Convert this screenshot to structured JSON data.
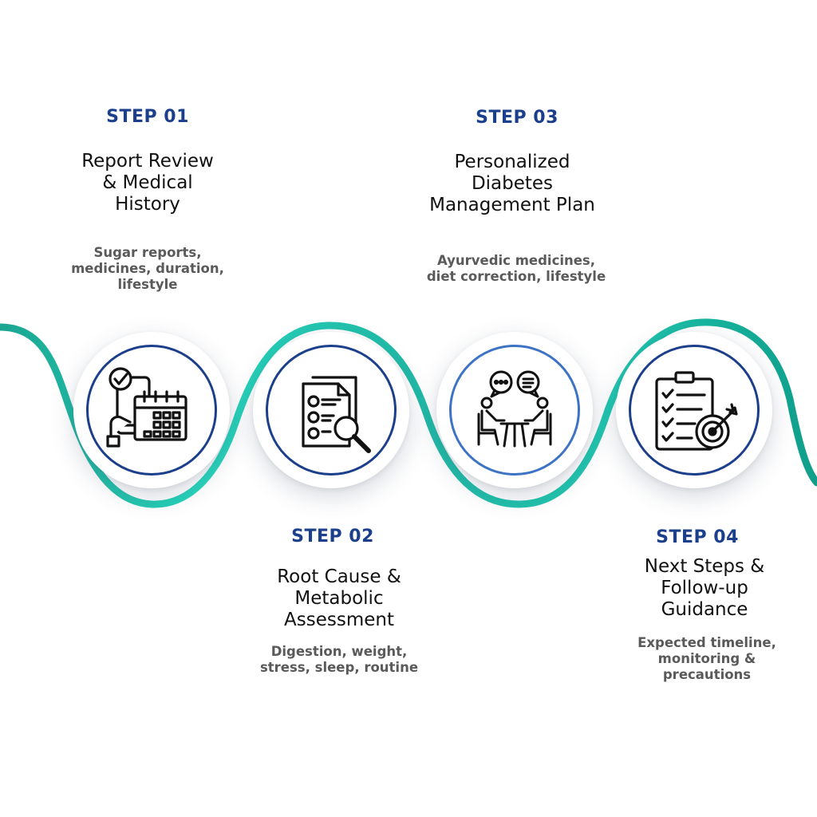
{
  "steps": [
    {
      "label": "STEP 01",
      "title_lines": [
        "Report Review",
        "& Medical",
        "History"
      ],
      "desc_lines": [
        "Sugar reports,",
        "medicines, duration,",
        "lifestyle"
      ],
      "icon": "calendar-phone-check-icon"
    },
    {
      "label": "STEP 02",
      "title_lines": [
        "Root Cause &",
        "Metabolic",
        "Assessment"
      ],
      "desc_lines": [
        "Digestion, weight,",
        "stress, sleep, routine"
      ],
      "icon": "document-magnifier-icon"
    },
    {
      "label": "STEP 03",
      "title_lines": [
        "Personalized",
        "Diabetes",
        "Management Plan"
      ],
      "desc_lines": [
        "Ayurvedic medicines,",
        "diet correction, lifestyle"
      ],
      "icon": "consultation-meeting-icon"
    },
    {
      "label": "STEP 04",
      "title_lines": [
        "Next Steps &",
        "Follow-up",
        "Guidance"
      ],
      "desc_lines": [
        "Expected timeline,",
        "monitoring &",
        "precautions"
      ],
      "icon": "checklist-target-icon"
    }
  ],
  "colors": {
    "accent_blue": "#1c3f8c",
    "wave_teal": "#1fc9b0",
    "wave_dark": "#2a9e8e",
    "ring_light_blue": "#3d73c4"
  }
}
